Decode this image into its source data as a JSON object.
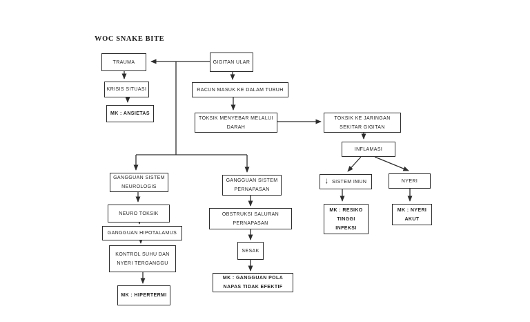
{
  "title": "WOC SNAKE BITE",
  "nodes": {
    "trauma": "TRAUMA",
    "gigitan_ular": "GIGITAN ULAR",
    "krisis_situasi": "KRISIS SITUASI",
    "mk_ansietas": "MK : ANSIETAS",
    "racun_masuk": "RACUN MASUK KE DALAM TUBUH",
    "toksik_menyebar": "TOKSIK MENYEBAR MELALUI\nDARAH",
    "toksik_jaringan": "TOKSIK KE JARINGAN\nSEKITAR GIGITAN",
    "inflamasi": "INFLAMASI",
    "sistem_imun_icon": "↓",
    "sistem_imun": "SISTEM IMUN",
    "nyeri": "NYERI",
    "mk_resiko": "MK : RESIKO\nTINGGI\nINFEKSI",
    "mk_nyeri_akut": "MK : NYERI\nAKUT",
    "gangguan_neurologis": "GANGGUAN SISTEM\nNEUROLOGIS",
    "neuro_toksik": "NEURO TOKSIK",
    "gangguan_hipotalamus": "GANGGUAN HIPOTALAMUS",
    "kontrol_suhu": "KONTROL SUHU DAN\nNYERI TERGANGGU",
    "mk_hipertermi": "MK : HIPERTERMI",
    "gangguan_pernapasan": "GANGGUAN SISTEM\nPERNAPASAN",
    "obstruksi": "OBSTRUKSI SALURAN\nPERNAPASAN",
    "sesak": "SESAK",
    "mk_gangguan_pola": "MK : GANGGUAN POLA\nNAPAS TIDAK EFEKTIF"
  },
  "colors": {
    "line": "#2d2d2d",
    "text": "#1f1f1f",
    "background": "#ffffff"
  }
}
